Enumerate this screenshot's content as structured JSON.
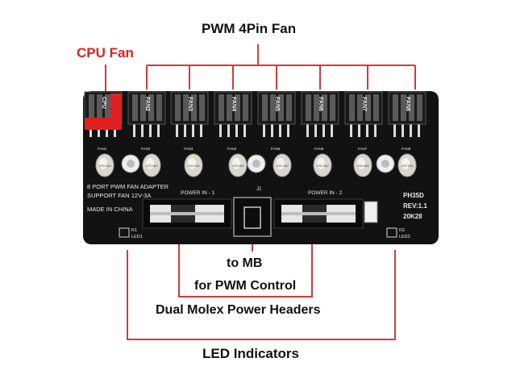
{
  "labels": {
    "pwm_4pin_fan": "PWM 4Pin Fan",
    "cpu_fan": "CPU Fan",
    "to_mb": "to MB",
    "for_pwm_control": "for PWM Control",
    "dual_molex": "Dual Molex Power Headers",
    "led_indicators": "LED Indicators"
  },
  "board": {
    "connector_labels": [
      "CPU",
      "FAN2",
      "FAN3",
      "FAN4",
      "FAN5",
      "FAN6",
      "FAN7",
      "FAN8"
    ],
    "silk_labels": [
      "FAN1",
      "FAN2",
      "FAN3",
      "FAN4",
      "FAN5",
      "FAN6",
      "FAN7",
      "FAN8"
    ],
    "title_line1": "8 PORT PWM FAN ADAPTER",
    "title_line2": "SUPPORT FAN 12V-3A",
    "made_in": "MADE IN CHINA",
    "power_in_1": "POWER IN - 1",
    "power_in_2": "POWER IN - 2",
    "model": "PH35D",
    "rev": "REV:1.1",
    "code": "20K28",
    "r1": "R1",
    "led1": "LED1",
    "r2": "R2",
    "led2": "LED2",
    "j1": "J1",
    "cap_text": "470 16V"
  },
  "colors": {
    "accent": "#e02020",
    "board": "#121212",
    "cpu_header": "#e02020",
    "line": "#d23a3a"
  }
}
